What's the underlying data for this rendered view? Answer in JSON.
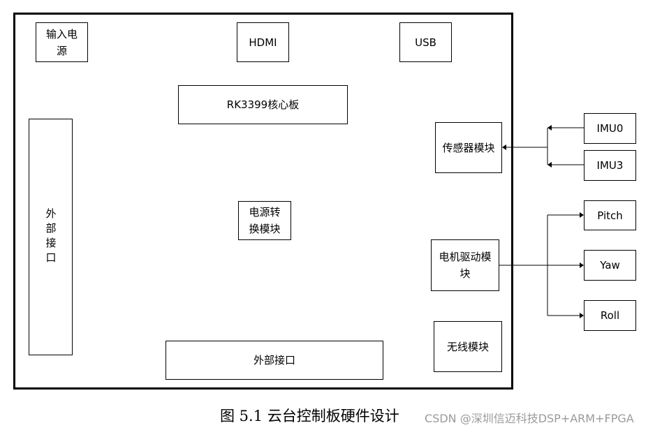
{
  "board": {
    "power_input": "输入电源",
    "hdmi": "HDMI",
    "usb": "USB",
    "core_board": "RK3399核心板",
    "external_interface_left": "外部接口",
    "power_conversion": "电源转换模块",
    "sensor_module": "传感器模块",
    "motor_driver": "电机驱动模块",
    "wireless_module": "无线模块",
    "external_interface_bottom": "外部接口"
  },
  "external": {
    "imu0": "IMU0",
    "imu3": "IMU3",
    "pitch": "Pitch",
    "yaw": "Yaw",
    "roll": "Roll"
  },
  "caption": "图 5.1  云台控制板硬件设计",
  "watermark": "CSDN @深圳信迈科技DSP+ARM+FPGA"
}
